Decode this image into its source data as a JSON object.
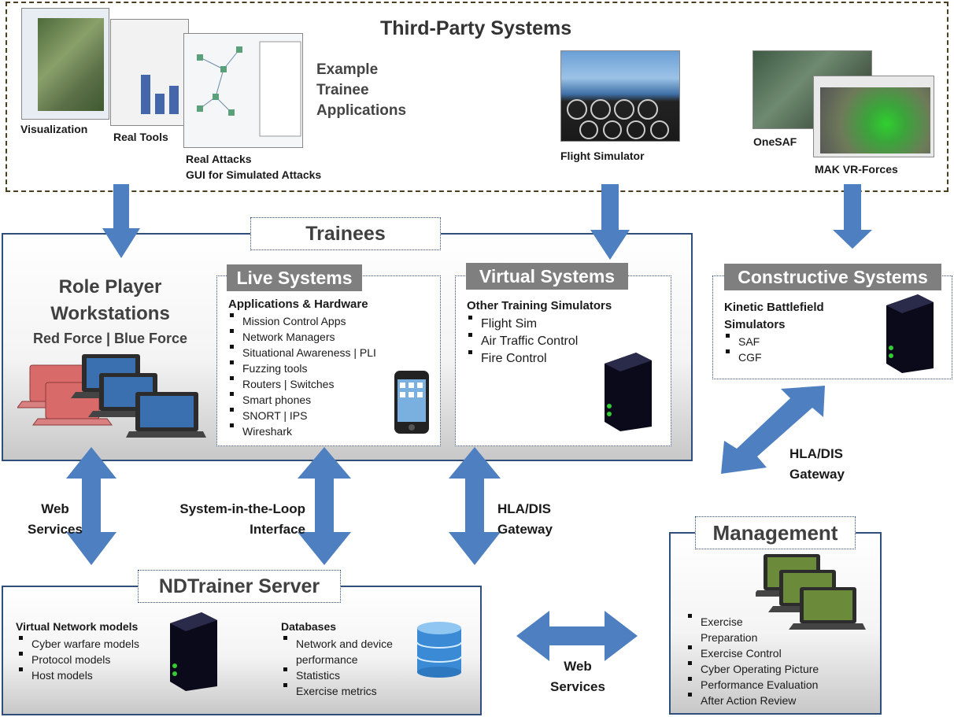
{
  "third_party": {
    "title": "Third-Party Systems",
    "example_line1": "Example",
    "example_line2": "Trainee",
    "example_line3": "Applications",
    "visualization": "Visualization",
    "real_tools": "Real Tools",
    "real_attacks": "Real Attacks",
    "gui_sim_attacks": "GUI for Simulated Attacks",
    "flight_simulator": "Flight Simulator",
    "onesaf": "OneSAF",
    "mak": "MAK VR-Forces"
  },
  "trainees": {
    "title": "Trainees",
    "role_player_line1": "Role Player",
    "role_player_line2": "Workstations",
    "forces": "Red Force | Blue Force"
  },
  "live": {
    "title": "Live Systems",
    "heading": "Applications & Hardware",
    "items": [
      "Mission Control Apps",
      "Network Managers",
      "Situational Awareness | PLI",
      "Fuzzing tools",
      "Routers | Switches",
      "Smart phones",
      "SNORT  | IPS",
      "Wireshark"
    ]
  },
  "virtual": {
    "title": "Virtual Systems",
    "heading": "Other Training Simulators",
    "items": [
      "Flight Sim",
      "Air Traffic Control",
      "Fire Control"
    ]
  },
  "constructive": {
    "title": "Constructive Systems",
    "heading_line1": "Kinetic  Battlefield",
    "heading_line2": "Simulators",
    "items": [
      "SAF",
      "CGF"
    ]
  },
  "connectors": {
    "web_services_left_1": "Web",
    "web_services_left_2": "Services",
    "sitl_1": "System-in-the-Loop",
    "sitl_2": "Interface",
    "hla_mid_1": "HLA/DIS",
    "hla_mid_2": "Gateway",
    "hla_right_1": "HLA/DIS",
    "hla_right_2": "Gateway",
    "web_services_bottom_1": "Web",
    "web_services_bottom_2": "Services"
  },
  "server": {
    "title": "NDTrainer Server",
    "vnm_heading": "Virtual Network models",
    "vnm_items": [
      "Cyber warfare models",
      "Protocol models",
      "Host models"
    ],
    "db_heading": "Databases",
    "db_item1_line1": "Network and device",
    "db_item1_line2": "performance",
    "db_items": [
      "Statistics",
      "Exercise metrics"
    ]
  },
  "management": {
    "title": "Management",
    "item1_line1": "Exercise",
    "item1_line2": "Preparation",
    "items": [
      "Exercise Control",
      "Cyber Operating Picture",
      "Performance Evaluation",
      "After Action Review"
    ]
  },
  "colors": {
    "arrow": "#4e7fc0",
    "panel_border": "#2f4e7a",
    "tag_gray": "#7f7f7f",
    "red_laptop": "#d96a6a",
    "blue_laptop": "#3a6fb0",
    "green_laptop": "#6b8a3a"
  }
}
